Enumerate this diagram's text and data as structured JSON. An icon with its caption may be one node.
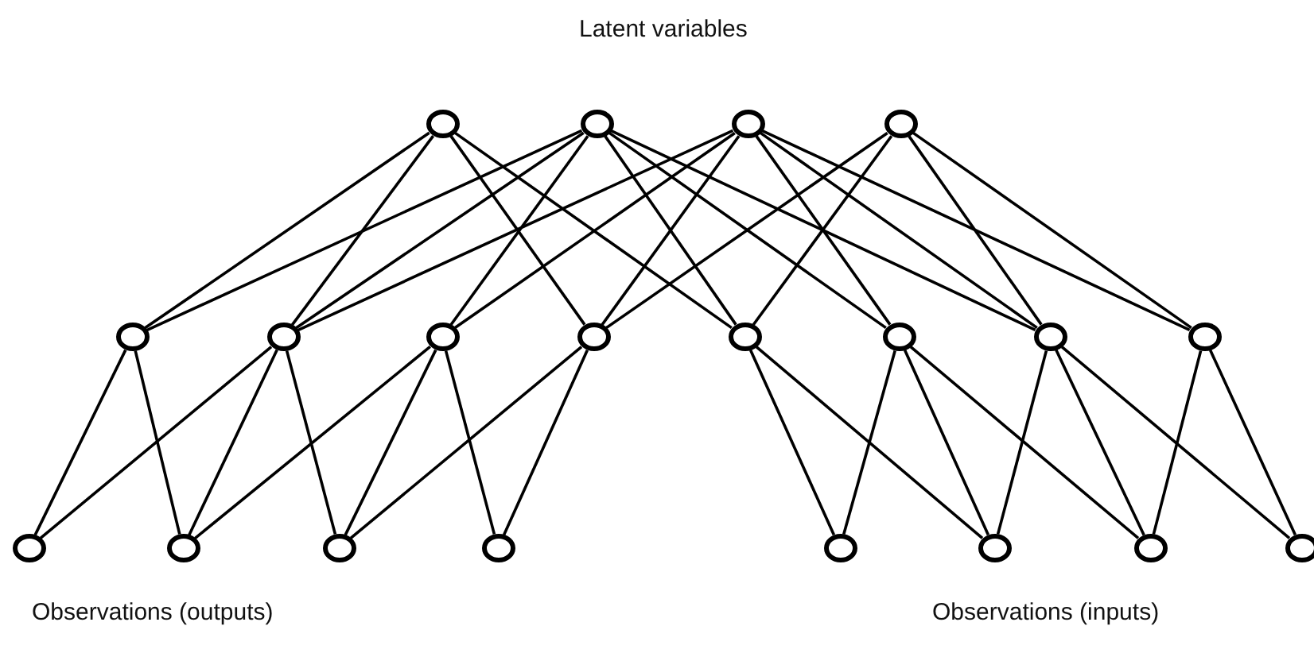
{
  "diagram": {
    "nodes": [
      {
        "text": [],
        "shape": "circle"
      },
      {
        "text": [],
        "shape": "circle"
      },
      {
        "text": [],
        "shape": "circle"
      },
      {
        "text": [],
        "shape": "circle"
      },
      {
        "text": [],
        "shape": "circle"
      },
      {
        "text": [],
        "shape": "circle"
      },
      {
        "text": [],
        "shape": "circle"
      },
      {
        "text": [],
        "shape": "circle"
      },
      {
        "text": [],
        "shape": "circle"
      },
      {
        "text": [],
        "shape": "circle"
      },
      {
        "text": [],
        "shape": "circle"
      },
      {
        "text": [],
        "shape": "circle"
      },
      {
        "text": [],
        "shape": "circle"
      },
      {
        "text": [],
        "shape": "circle"
      },
      {
        "text": [],
        "shape": "circle"
      },
      {
        "text": [],
        "shape": "circle"
      },
      {
        "text": [],
        "shape": "circle"
      },
      {
        "text": [],
        "shape": "circle"
      },
      {
        "text": [],
        "shape": "circle"
      },
      {
        "text": [],
        "shape": "circle"
      }
    ],
    "edges": [
      {
        "from": 0,
        "to": 4,
        "arrow": "none"
      },
      {
        "from": 0,
        "to": 5,
        "arrow": "none"
      },
      {
        "from": 0,
        "to": 7,
        "arrow": "none"
      },
      {
        "from": 0,
        "to": 8,
        "arrow": "none"
      },
      {
        "from": 1,
        "to": 4,
        "arrow": "none"
      },
      {
        "from": 1,
        "to": 5,
        "arrow": "none"
      },
      {
        "from": 1,
        "to": 6,
        "arrow": "none"
      },
      {
        "from": 1,
        "to": 8,
        "arrow": "none"
      },
      {
        "from": 1,
        "to": 9,
        "arrow": "none"
      },
      {
        "from": 1,
        "to": 10,
        "arrow": "none"
      },
      {
        "from": 2,
        "to": 5,
        "arrow": "none"
      },
      {
        "from": 2,
        "to": 6,
        "arrow": "none"
      },
      {
        "from": 2,
        "to": 7,
        "arrow": "none"
      },
      {
        "from": 2,
        "to": 9,
        "arrow": "none"
      },
      {
        "from": 2,
        "to": 10,
        "arrow": "none"
      },
      {
        "from": 2,
        "to": 11,
        "arrow": "none"
      },
      {
        "from": 3,
        "to": 7,
        "arrow": "none"
      },
      {
        "from": 3,
        "to": 8,
        "arrow": "none"
      },
      {
        "from": 3,
        "to": 10,
        "arrow": "none"
      },
      {
        "from": 3,
        "to": 11,
        "arrow": "none"
      },
      {
        "from": 4,
        "to": 12,
        "arrow": "none"
      },
      {
        "from": 4,
        "to": 13,
        "arrow": "none"
      },
      {
        "from": 5,
        "to": 12,
        "arrow": "none"
      },
      {
        "from": 5,
        "to": 13,
        "arrow": "none"
      },
      {
        "from": 5,
        "to": 14,
        "arrow": "none"
      },
      {
        "from": 6,
        "to": 13,
        "arrow": "none"
      },
      {
        "from": 6,
        "to": 14,
        "arrow": "none"
      },
      {
        "from": 6,
        "to": 15,
        "arrow": "none"
      },
      {
        "from": 7,
        "to": 14,
        "arrow": "none"
      },
      {
        "from": 7,
        "to": 15,
        "arrow": "none"
      },
      {
        "from": 8,
        "to": 16,
        "arrow": "none"
      },
      {
        "from": 8,
        "to": 17,
        "arrow": "none"
      },
      {
        "from": 9,
        "to": 16,
        "arrow": "none"
      },
      {
        "from": 9,
        "to": 17,
        "arrow": "none"
      },
      {
        "from": 9,
        "to": 18,
        "arrow": "none"
      },
      {
        "from": 10,
        "to": 17,
        "arrow": "none"
      },
      {
        "from": 10,
        "to": 18,
        "arrow": "none"
      },
      {
        "from": 10,
        "to": 19,
        "arrow": "none"
      },
      {
        "from": 11,
        "to": 18,
        "arrow": "none"
      },
      {
        "from": 11,
        "to": 19,
        "arrow": "none"
      }
    ],
    "labels": [
      "Latent variables",
      "Observations (outputs)",
      "Observations (inputs)"
    ]
  }
}
